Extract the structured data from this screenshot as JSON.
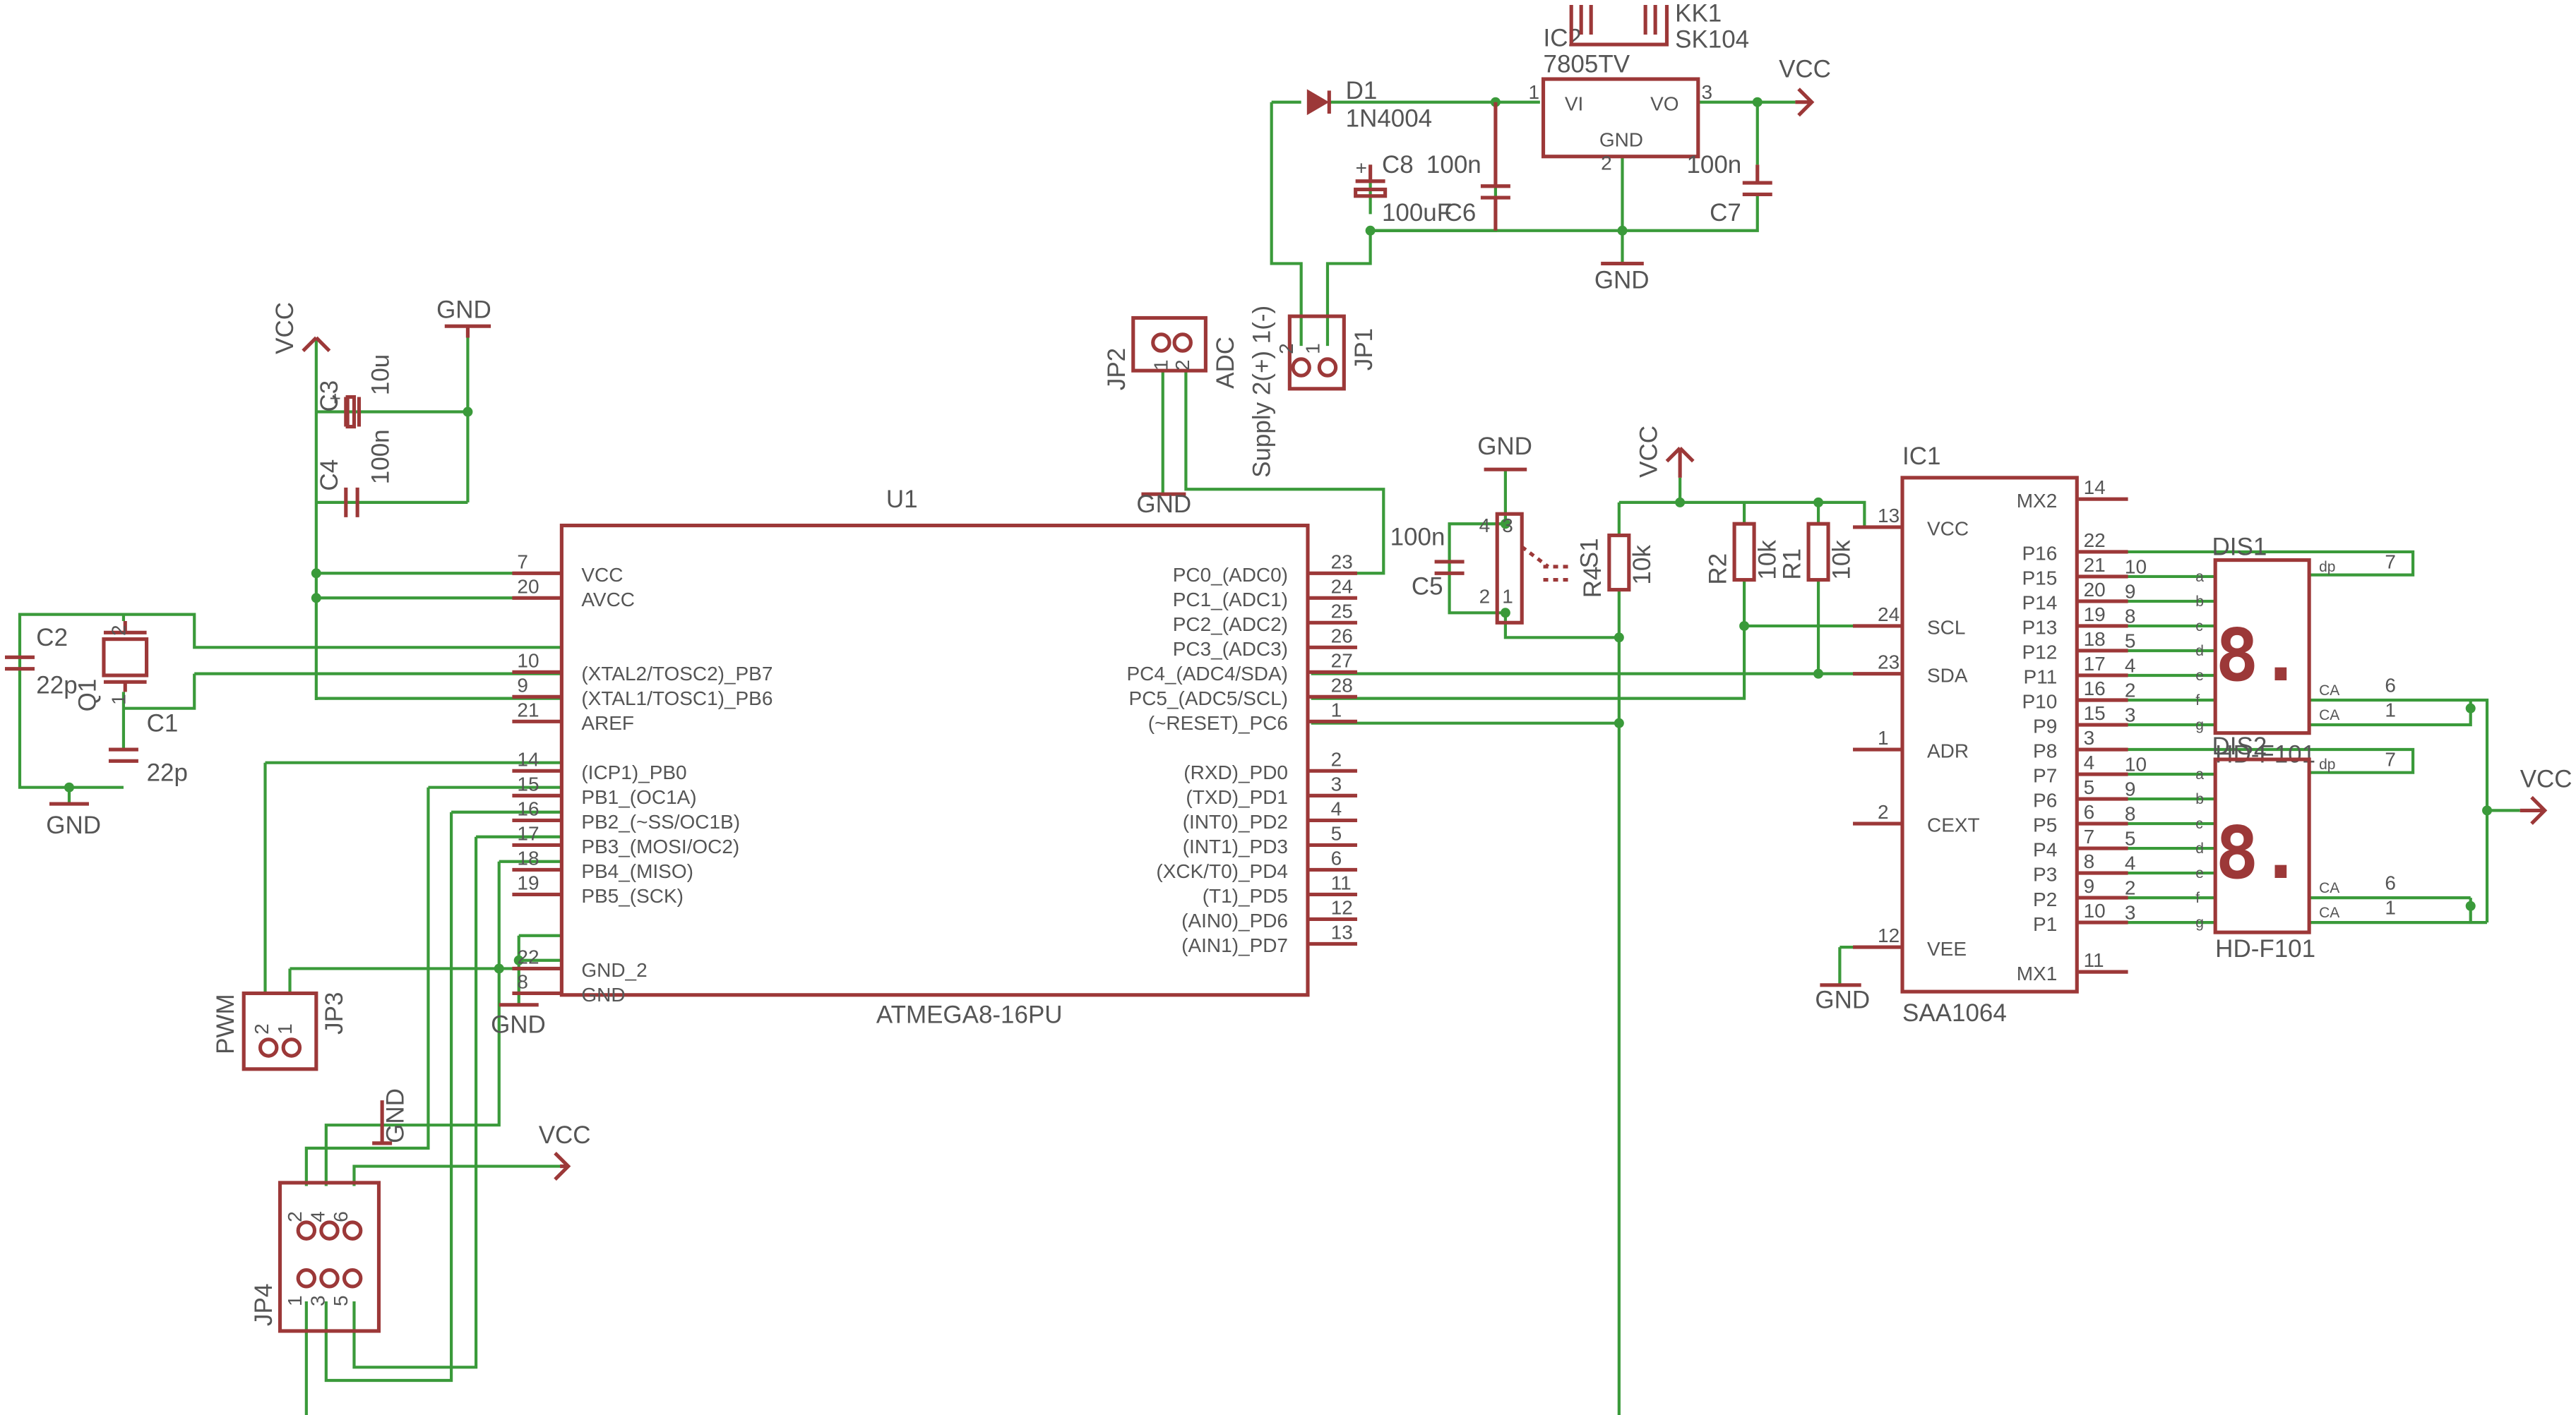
{
  "supply": {
    "vcc": "VCC",
    "gnd": "GND"
  },
  "u1": {
    "name": "U1",
    "value": "ATMEGA8-16PU",
    "left_pins": [
      {
        "num": "7",
        "label": "VCC"
      },
      {
        "num": "20",
        "label": "AVCC"
      },
      {
        "num": "10",
        "label": "(XTAL2/TOSC2)_PB7"
      },
      {
        "num": "9",
        "label": "(XTAL1/TOSC1)_PB6"
      },
      {
        "num": "21",
        "label": "AREF"
      },
      {
        "num": "14",
        "label": "(ICP1)_PB0"
      },
      {
        "num": "15",
        "label": "PB1_(OC1A)"
      },
      {
        "num": "16",
        "label": "PB2_(~SS/OC1B)"
      },
      {
        "num": "17",
        "label": "PB3_(MOSI/OC2)"
      },
      {
        "num": "18",
        "label": "PB4_(MISO)"
      },
      {
        "num": "19",
        "label": "PB5_(SCK)"
      },
      {
        "num": "22",
        "label": "GND_2"
      },
      {
        "num": "8",
        "label": "GND"
      }
    ],
    "right_pins": [
      {
        "num": "23",
        "label": "PC0_(ADC0)"
      },
      {
        "num": "24",
        "label": "PC1_(ADC1)"
      },
      {
        "num": "25",
        "label": "PC2_(ADC2)"
      },
      {
        "num": "26",
        "label": "PC3_(ADC3)"
      },
      {
        "num": "27",
        "label": "PC4_(ADC4/SDA)"
      },
      {
        "num": "28",
        "label": "PC5_(ADC5/SCL)"
      },
      {
        "num": "1",
        "label": "(~RESET)_PC6"
      },
      {
        "num": "2",
        "label": "(RXD)_PD0"
      },
      {
        "num": "3",
        "label": "(TXD)_PD1"
      },
      {
        "num": "4",
        "label": "(INT0)_PD2"
      },
      {
        "num": "5",
        "label": "(INT1)_PD3"
      },
      {
        "num": "6",
        "label": "(XCK/T0)_PD4"
      },
      {
        "num": "11",
        "label": "(T1)_PD5"
      },
      {
        "num": "12",
        "label": "(AIN0)_PD6"
      },
      {
        "num": "13",
        "label": "(AIN1)_PD7"
      }
    ]
  },
  "ic1": {
    "name": "IC1",
    "value": "SAA1064",
    "left_pins": [
      {
        "num": "13",
        "label": "VCC"
      },
      {
        "num": "24",
        "label": "SCL"
      },
      {
        "num": "23",
        "label": "SDA"
      },
      {
        "num": "1",
        "label": "ADR"
      },
      {
        "num": "2",
        "label": "CEXT"
      },
      {
        "num": "12",
        "label": "VEE"
      }
    ],
    "right_pins": [
      {
        "num": "14",
        "label": "MX2"
      },
      {
        "num": "22",
        "label": "P16"
      },
      {
        "num": "21",
        "label": "P15"
      },
      {
        "num": "20",
        "label": "P14"
      },
      {
        "num": "19",
        "label": "P13"
      },
      {
        "num": "18",
        "label": "P12"
      },
      {
        "num": "17",
        "label": "P11"
      },
      {
        "num": "16",
        "label": "P10"
      },
      {
        "num": "15",
        "label": "P9"
      },
      {
        "num": "3",
        "label": "P8"
      },
      {
        "num": "4",
        "label": "P7"
      },
      {
        "num": "5",
        "label": "P6"
      },
      {
        "num": "6",
        "label": "P5"
      },
      {
        "num": "7",
        "label": "P4"
      },
      {
        "num": "8",
        "label": "P3"
      },
      {
        "num": "9",
        "label": "P2"
      },
      {
        "num": "10",
        "label": "P1"
      },
      {
        "num": "11",
        "label": "MX1"
      }
    ]
  },
  "dis1": {
    "name": "DIS1",
    "value": "HD-F101",
    "glyph": "8."
  },
  "dis2": {
    "name": "DIS2",
    "value": "HD-F101",
    "glyph": "8."
  },
  "display_pins": {
    "seg_labels": [
      "a",
      "b",
      "c",
      "d",
      "e",
      "f",
      "g"
    ],
    "seg_nums": [
      "10",
      "9",
      "8",
      "5",
      "4",
      "2",
      "3"
    ],
    "dp_label": "dp",
    "dp_num": "7",
    "ca_label": "CA",
    "ca_nums": [
      "6",
      "1"
    ]
  },
  "ic2": {
    "name": "IC2",
    "value": "7805TV",
    "vi": "VI",
    "vo": "VO",
    "gnd": "GND",
    "pins": [
      "1",
      "2",
      "3"
    ]
  },
  "kk1": {
    "name": "KK1",
    "value": "SK104"
  },
  "d1": {
    "name": "D1",
    "value": "1N4004"
  },
  "c8": {
    "name": "C8",
    "value": "100uF"
  },
  "c6": {
    "name": "C6",
    "value": "100n"
  },
  "c7": {
    "name": "C7",
    "value": "100n"
  },
  "c3": {
    "name": "C3",
    "value": "10u"
  },
  "c4": {
    "name": "C4",
    "value": "100n"
  },
  "c5": {
    "name": "C5",
    "value": "100n"
  },
  "c1": {
    "name": "C1",
    "value": "22p"
  },
  "c2": {
    "name": "C2",
    "value": "22p"
  },
  "q1": {
    "name": "Q1",
    "pins": [
      "1",
      "2"
    ]
  },
  "r1": {
    "name": "R1",
    "value": "10k"
  },
  "r2": {
    "name": "R2",
    "value": "10k"
  },
  "r4": {
    "name": "R4",
    "value": "10k"
  },
  "s1": {
    "name": "S1",
    "pins": [
      "1",
      "2",
      "3",
      "4"
    ]
  },
  "jp1": {
    "name": "JP1",
    "label": "Supply 2(+) 1(-)",
    "pins": [
      "2",
      "1"
    ]
  },
  "jp2": {
    "name": "JP2",
    "label": "ADC",
    "pins": [
      "1",
      "2"
    ]
  },
  "jp3": {
    "name": "JP3",
    "label": "PWM",
    "pins": [
      "2",
      "1"
    ]
  },
  "jp4": {
    "name": "JP4",
    "pins": [
      "2",
      "4",
      "6",
      "1",
      "3",
      "5"
    ]
  },
  "colors": {
    "part": "#9c3838",
    "wire": "#3a9a3a",
    "text": "#555555",
    "background": "#ffffff"
  }
}
